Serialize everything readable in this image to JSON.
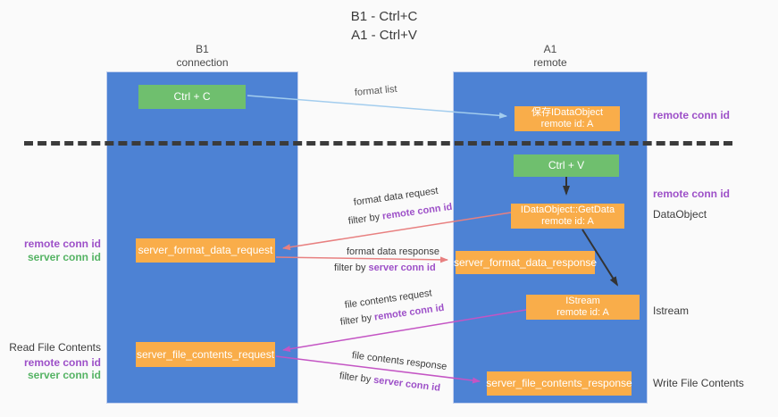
{
  "title": {
    "line1": "B1 - Ctrl+C",
    "line2": "A1 - Ctrl+V"
  },
  "lanes": {
    "left": {
      "name": "B1",
      "role": "connection"
    },
    "right": {
      "name": "A1",
      "role": "remote"
    }
  },
  "nodes": {
    "ctrl_c": {
      "label": "Ctrl + C"
    },
    "ctrl_v": {
      "label": "Ctrl + V"
    },
    "save_idataobject": {
      "line1": "保存IDataObject",
      "line2": "remote id: A"
    },
    "getdata": {
      "line1": "IDataObject::GetData",
      "line2": "remote id: A"
    },
    "istream": {
      "line1": "IStream",
      "line2": "remote id: A"
    },
    "format_request": {
      "label": "server_format_data_request"
    },
    "format_response": {
      "label": "server_format_data_response"
    },
    "file_request": {
      "label": "server_file_contents_request"
    },
    "file_response": {
      "label": "server_file_contents_response"
    }
  },
  "arrow_labels": {
    "format_list": "format list",
    "format_data_request": "format data request",
    "format_data_request_filter": {
      "prefix": "filter by ",
      "key": "remote conn id"
    },
    "format_data_response": "format data response",
    "format_data_response_filter": {
      "prefix": "filter by ",
      "key": "server conn id"
    },
    "file_contents_request": "file contents request",
    "file_contents_request_filter": {
      "prefix": "filter by ",
      "key": "remote conn id"
    },
    "file_contents_response": "file contents response",
    "file_contents_response_filter": {
      "prefix": "filter by ",
      "key": "server conn id"
    }
  },
  "side_labels": {
    "left_mid_remote": "remote conn id",
    "left_mid_server": "server conn id",
    "left_read": "Read File Contents",
    "left_bottom_remote": "remote conn id",
    "left_bottom_server": "server conn id",
    "right_top_remote": "remote conn id",
    "right_mid_remote": "remote conn id",
    "right_dataobject": "DataObject",
    "right_istream": "Istream",
    "right_write": "Write File Contents"
  },
  "colors": {
    "lane_blue": "#4d82d4",
    "box_green": "#6fbf6e",
    "box_orange": "#f9ad4a",
    "purple_text": "#9d50c8",
    "green_text": "#55b364",
    "arrow_blue": "#a3cdee",
    "arrow_red": "#e88080",
    "arrow_magenta": "#c455c4",
    "arrow_black": "#333333",
    "background": "#fafafa"
  }
}
